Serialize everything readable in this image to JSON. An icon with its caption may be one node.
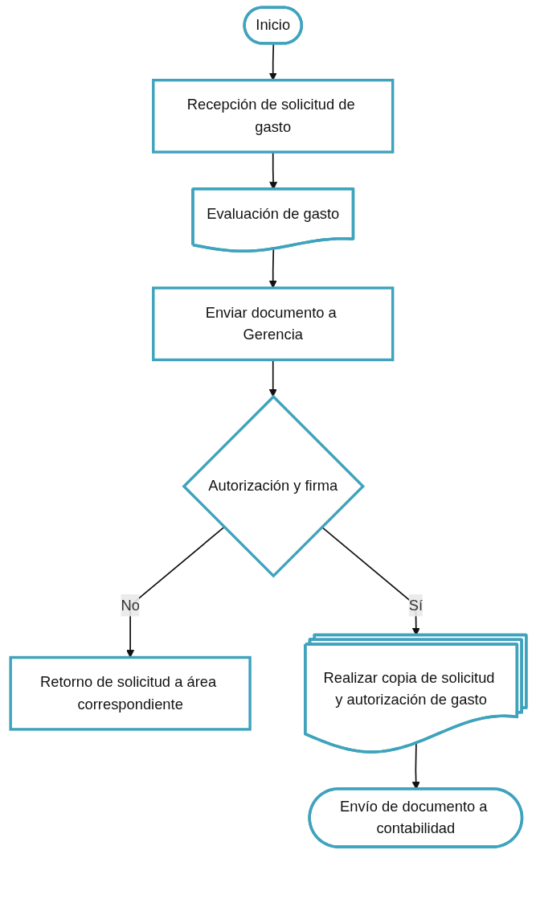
{
  "diagram": {
    "nodes": [
      {
        "text": [
          "Inicio"
        ]
      },
      {
        "text": [
          "Recepción de solicitud de gasto"
        ]
      },
      {
        "text": [
          "Evaluación de gasto"
        ]
      },
      {
        "text": [
          "Enviar documento a Gerencia"
        ]
      },
      {
        "text": [
          "Autorización y firma"
        ]
      },
      {
        "text": [
          "Retorno de solicitud a área correspondiente"
        ]
      },
      {
        "text": [
          "Realizar copia de solicitud y autorización de gasto"
        ]
      },
      {
        "text": [
          "Envío de documento a contabilidad"
        ]
      }
    ],
    "edges": [
      {
        "from": 0,
        "to": 1,
        "arrow": "to"
      },
      {
        "from": 1,
        "to": 2,
        "arrow": "to"
      },
      {
        "from": 2,
        "to": 3,
        "arrow": "to"
      },
      {
        "from": 3,
        "to": 4,
        "arrow": "to"
      },
      {
        "from": 4,
        "to": 5,
        "label": "No",
        "arrow": "to"
      },
      {
        "from": 4,
        "to": 6,
        "label": "Sí",
        "arrow": "to"
      },
      {
        "from": 6,
        "to": 7,
        "arrow": "to"
      }
    ]
  }
}
